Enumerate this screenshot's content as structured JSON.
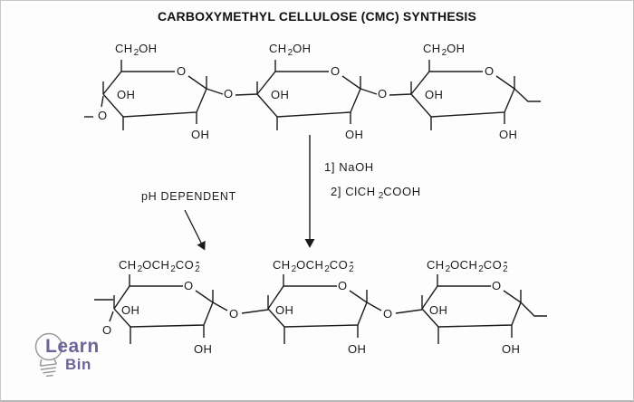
{
  "title": "CARBOXYMETHYL CELLULOSE (CMC) SYNTHESIS",
  "atoms": {
    "oxygen": "O",
    "hydroxyl": "OH"
  },
  "glucose_side_chain": {
    "p1": "CH",
    "sub1": "2",
    "p2": "OH"
  },
  "cmc_side_chain": {
    "p1": "CH",
    "sub1": "2",
    "p2": "OCH",
    "sub2": "2",
    "p3": "CO",
    "sub3": "2",
    "charge": "-"
  },
  "reaction": {
    "step1": "1] NaOH",
    "step2": {
      "p1": "2] ClCH",
      "sub1": "2",
      "p2": "COOH"
    },
    "ph_note": "pH DEPENDENT"
  },
  "logo": {
    "line1": "Learn",
    "line2": "Bin"
  },
  "colors": {
    "bond": "#1b1b1b",
    "logo_purple": "#6e6499",
    "bulb_gray": "#9a9a9a"
  }
}
